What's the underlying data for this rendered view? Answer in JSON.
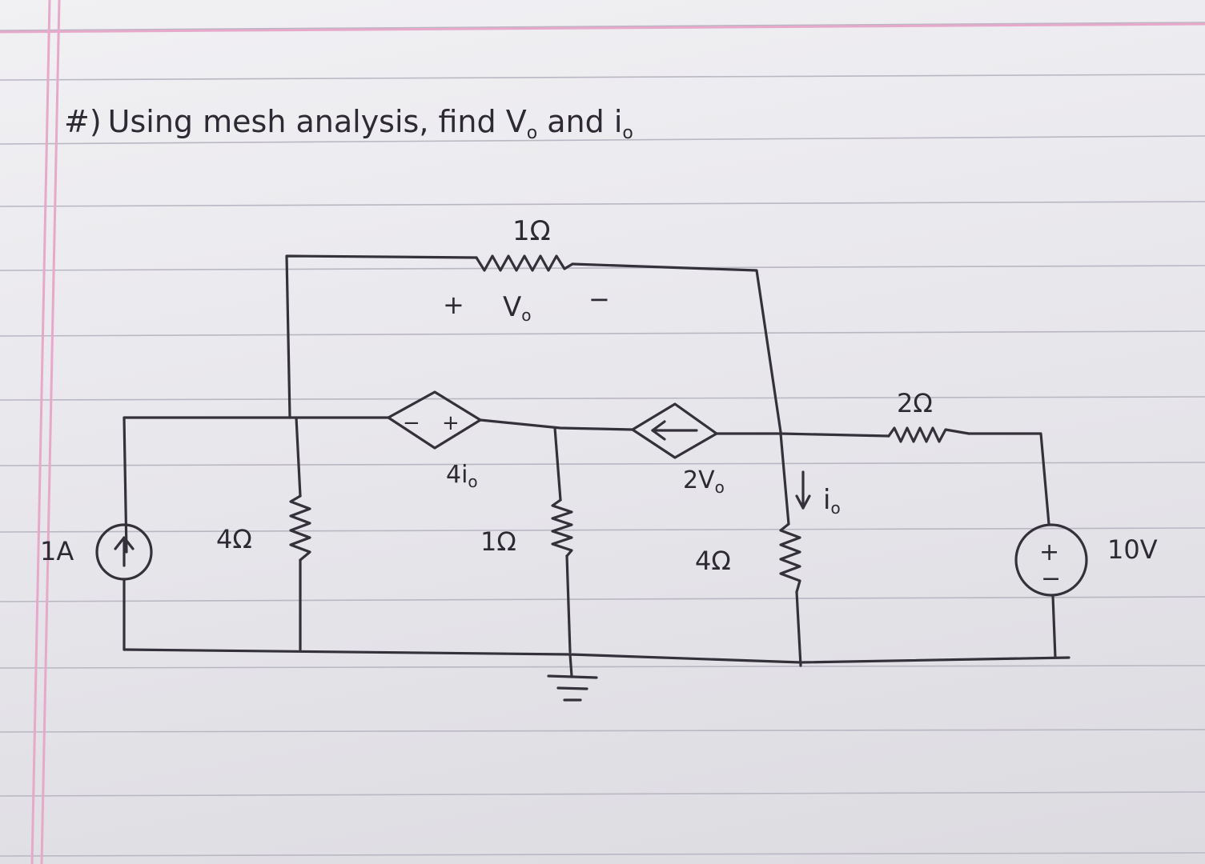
{
  "title": {
    "marker": "#)",
    "text": "Using  mesh  analysis,  find  V",
    "sub1": "o",
    "mid": "  and  i",
    "sub2": "o"
  },
  "circuit": {
    "top_resistor": "1Ω",
    "vo_plus": "+",
    "vo_label": "V",
    "vo_sub": "o",
    "vo_minus": "−",
    "dep_voltage_source": "4i",
    "dep_voltage_source_sub": "o",
    "dep_voltage_minus": "−",
    "dep_voltage_plus": "+",
    "dep_current_source": "2V",
    "dep_current_source_sub": "o",
    "resistor_2ohm": "2Ω",
    "current_source": "1A",
    "resistor_left": "4Ω",
    "resistor_mid": "1Ω",
    "resistor_right": "4Ω",
    "io_label": "i",
    "io_sub": "o",
    "voltage_source": "10V",
    "vs_plus": "+",
    "vs_minus": "−"
  },
  "colors": {
    "ink": "#2e2a33",
    "margin_line": "#e7a9c9",
    "rule_line": "#b9b7c2"
  }
}
